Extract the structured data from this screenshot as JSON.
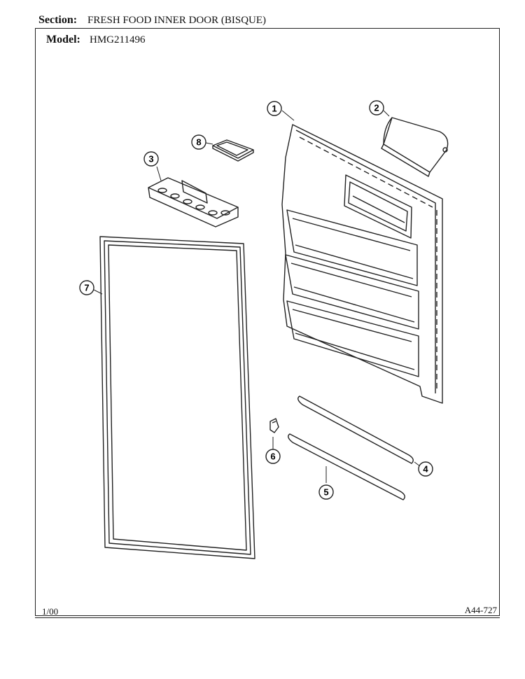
{
  "header": {
    "section_label": "Section:",
    "section_value": "FRESH FOOD INNER DOOR (BISQUE)",
    "model_label": "Model:",
    "model_value": "HMG211496"
  },
  "callouts": [
    {
      "id": "1",
      "label": "1"
    },
    {
      "id": "2",
      "label": "2"
    },
    {
      "id": "3",
      "label": "3"
    },
    {
      "id": "4",
      "label": "4"
    },
    {
      "id": "5",
      "label": "5"
    },
    {
      "id": "6",
      "label": "6"
    },
    {
      "id": "7",
      "label": "7"
    },
    {
      "id": "8",
      "label": "8"
    }
  ],
  "footer": {
    "date": "1/00",
    "code": "A44-727"
  }
}
